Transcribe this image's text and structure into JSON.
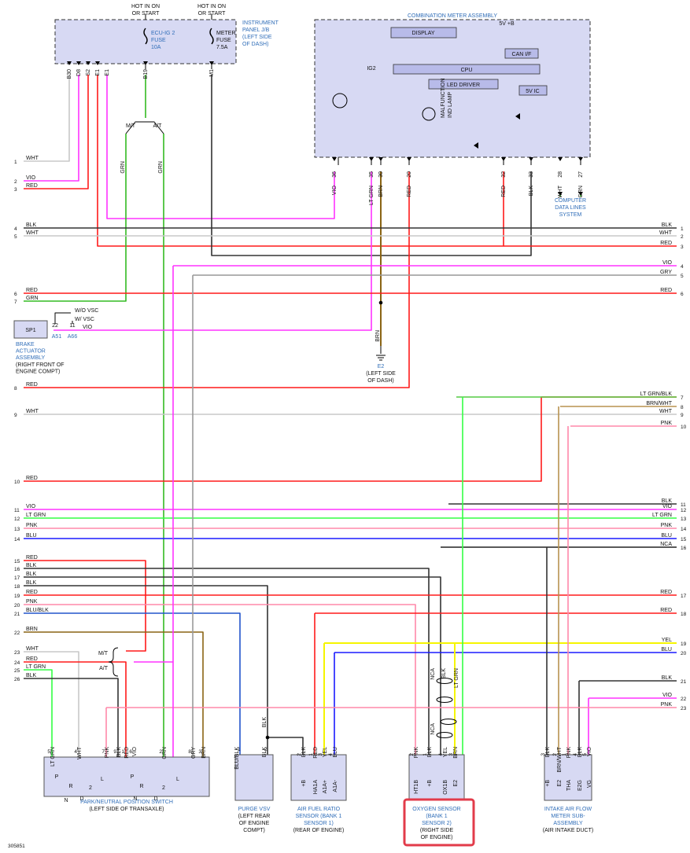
{
  "colors": {
    "RED": "#ff1a1a",
    "VIO": "#ff33ff",
    "WHT": "#c8c8c8",
    "BLK": "#333333",
    "GRN": "#33bb22",
    "LTGRN": "#33ff44",
    "PNK": "#ff88aa",
    "BLU": "#1a1aff",
    "BLUBLK": "#2255cc",
    "BRN": "#8a6414",
    "YEL": "#f5f500",
    "GRY": "#999999",
    "NCA": "#222222",
    "LTGRNBLK": "#55cc44",
    "BRNWHT": "#b8924f",
    "highlight": "#e23b4a",
    "label_blue": "#2f6db8"
  },
  "top": {
    "hot1": [
      "HOT IN ON",
      "OR START"
    ],
    "hot2": [
      "HOT IN ON",
      "OR START"
    ],
    "ij_title": [
      "INSTRUMENT",
      "PANEL J/B",
      "(LEFT SIDE",
      "OF DASH)"
    ],
    "fuse1": [
      "ECU-IG 2",
      "FUSE",
      "10A"
    ],
    "fuse2": [
      "METER",
      "FUSE",
      "7.5A"
    ],
    "ij_pins": [
      "B30",
      "D8",
      "S2",
      "E1",
      "B19",
      "M1"
    ],
    "ij_wires": [
      "WHT",
      "VIO",
      "RED",
      "RED",
      "VIO",
      "GRN",
      "BLK"
    ]
  },
  "meter": {
    "title": "COMBINATION METER ASSEMBLY",
    "display": "DISPLAY",
    "cpu": "CPU",
    "led_driver": "LED DRIVER",
    "can": "CAN I/F",
    "v5ic": "5V IC",
    "v5b": "5V +B",
    "ig2": "IG2",
    "mil": [
      "MALFUNCTION",
      "IND LAMP"
    ],
    "pins": [
      "36",
      "35",
      "30",
      "20",
      "32",
      "33",
      "28",
      "27"
    ],
    "wires": [
      "VIO",
      "LT GRN",
      "BRN",
      "RED",
      "RED",
      "BLK",
      "WHT",
      "GRN"
    ],
    "cdl": [
      "COMPUTER",
      "DATA LINES",
      "SYSTEM"
    ]
  },
  "mt": "M/T",
  "at": "A/T",
  "brake": {
    "box": "SP1",
    "pins": [
      "22",
      "11"
    ],
    "conn": [
      "A51",
      "A66"
    ],
    "vio": "VIO",
    "wovsc": "W/O VSC",
    "wvsc": "W/ VSC",
    "label": [
      "BRAKE",
      "ACTUATOR",
      "ASSEMBLY"
    ],
    "loc": [
      "(RIGHT FRONT OF",
      "ENGINE COMPT)"
    ]
  },
  "e2": {
    "name": "E2",
    "loc": [
      "(LEFT SIDE",
      "OF DASH)"
    ],
    "wire": "BRN"
  },
  "left_labels": {
    "1": "WHT",
    "2": "VIO",
    "3": "RED",
    "4": "BLK",
    "5": "WHT",
    "6": "RED",
    "7": "GRN",
    "8": "RED",
    "9": "WHT",
    "10": "RED",
    "11": "VIO",
    "12": "LT GRN",
    "13": "PNK",
    "14": "BLU",
    "15": "RED",
    "16": "BLK",
    "17": "BLK",
    "18": "BLK",
    "19": "RED",
    "20": "PNK",
    "21": "BLU/BLK",
    "22": "BRN",
    "23": "WHT",
    "24": "RED",
    "25": "LT GRN",
    "26": "BLK"
  },
  "right_labels": {
    "1": "BLK",
    "2": "WHT",
    "3": "RED",
    "4": "VIO",
    "5": "GRY",
    "6": "RED",
    "7": "LT GRN/BLK",
    "8": "BRN/WHT",
    "9": "WHT",
    "10": "PNK",
    "11": "BLK",
    "12": "VIO",
    "13": "LT GRN",
    "14": "PNK",
    "15": "BLU",
    "16": "NCA",
    "17": "RED",
    "18": "RED",
    "19": "YEL",
    "20": "BLU",
    "21": "BLK",
    "22": "VIO",
    "23": "PNK"
  },
  "park": {
    "label": "PARK/NEUTRAL POSITION SWITCH",
    "loc": "(LEFT SIDE OF TRANSAXLE)",
    "pins": [
      "5",
      "4",
      "7",
      "9",
      "1",
      "6",
      "2",
      "8",
      "3"
    ],
    "wires": [
      "LT GRN",
      "WHT",
      "PNK",
      "BLK",
      "RED",
      "VIO",
      "GRN",
      "GRY",
      "BRN"
    ],
    "pos": [
      "P",
      "R",
      "N",
      "D",
      "2",
      "L"
    ],
    "mt": "M/T",
    "at": "A/T"
  },
  "purge": {
    "label": [
      "PURGE VSV"
    ],
    "loc": [
      "(LEFT REAR",
      "OF ENGINE",
      "COMPT)"
    ],
    "pins": [
      "1",
      "2"
    ],
    "wires": [
      "BLU/BLK",
      "BLK"
    ],
    "blk": "BLK"
  },
  "afr": {
    "label": [
      "AIR FUEL RATIO",
      "SENSOR (BANK 1",
      "SENSOR 1)"
    ],
    "loc": [
      "(REAR OF ENGINE)"
    ],
    "pins": [
      "2",
      "1",
      "3",
      "4"
    ],
    "names": [
      "+B",
      "HA1A",
      "A1A+",
      "A1A-"
    ],
    "wires": [
      "BLK",
      "RED",
      "YEL",
      "BLU"
    ]
  },
  "o2": {
    "label": [
      "OXYGEN SENSOR",
      "(BANK 1",
      "SENSOR 2)"
    ],
    "loc": [
      "(RIGHT SIDE",
      "OF ENGINE)"
    ],
    "pins": [
      "2",
      "1",
      "4",
      "3"
    ],
    "names": [
      "HT1B",
      "+B",
      "OX1B",
      "E2"
    ],
    "wires": [
      "PNK",
      "BLK",
      "YEL",
      "BRN"
    ],
    "vwires": [
      "NCA",
      "BLK",
      "LT GRN",
      "NCA"
    ]
  },
  "maf": {
    "label": [
      "INTAKE AIR FLOW",
      "METER SUB-",
      "ASSEMBLY"
    ],
    "loc": [
      "(AIR INTAKE DUCT)"
    ],
    "pins": [
      "3",
      "2",
      "1",
      "4",
      "5"
    ],
    "names": [
      "+B",
      "E2",
      "THA",
      "E2G",
      "VG"
    ],
    "wires": [
      "BLK",
      "BRN/WHT",
      "PNK",
      "BLK",
      "VIO"
    ]
  },
  "footer": "305851"
}
